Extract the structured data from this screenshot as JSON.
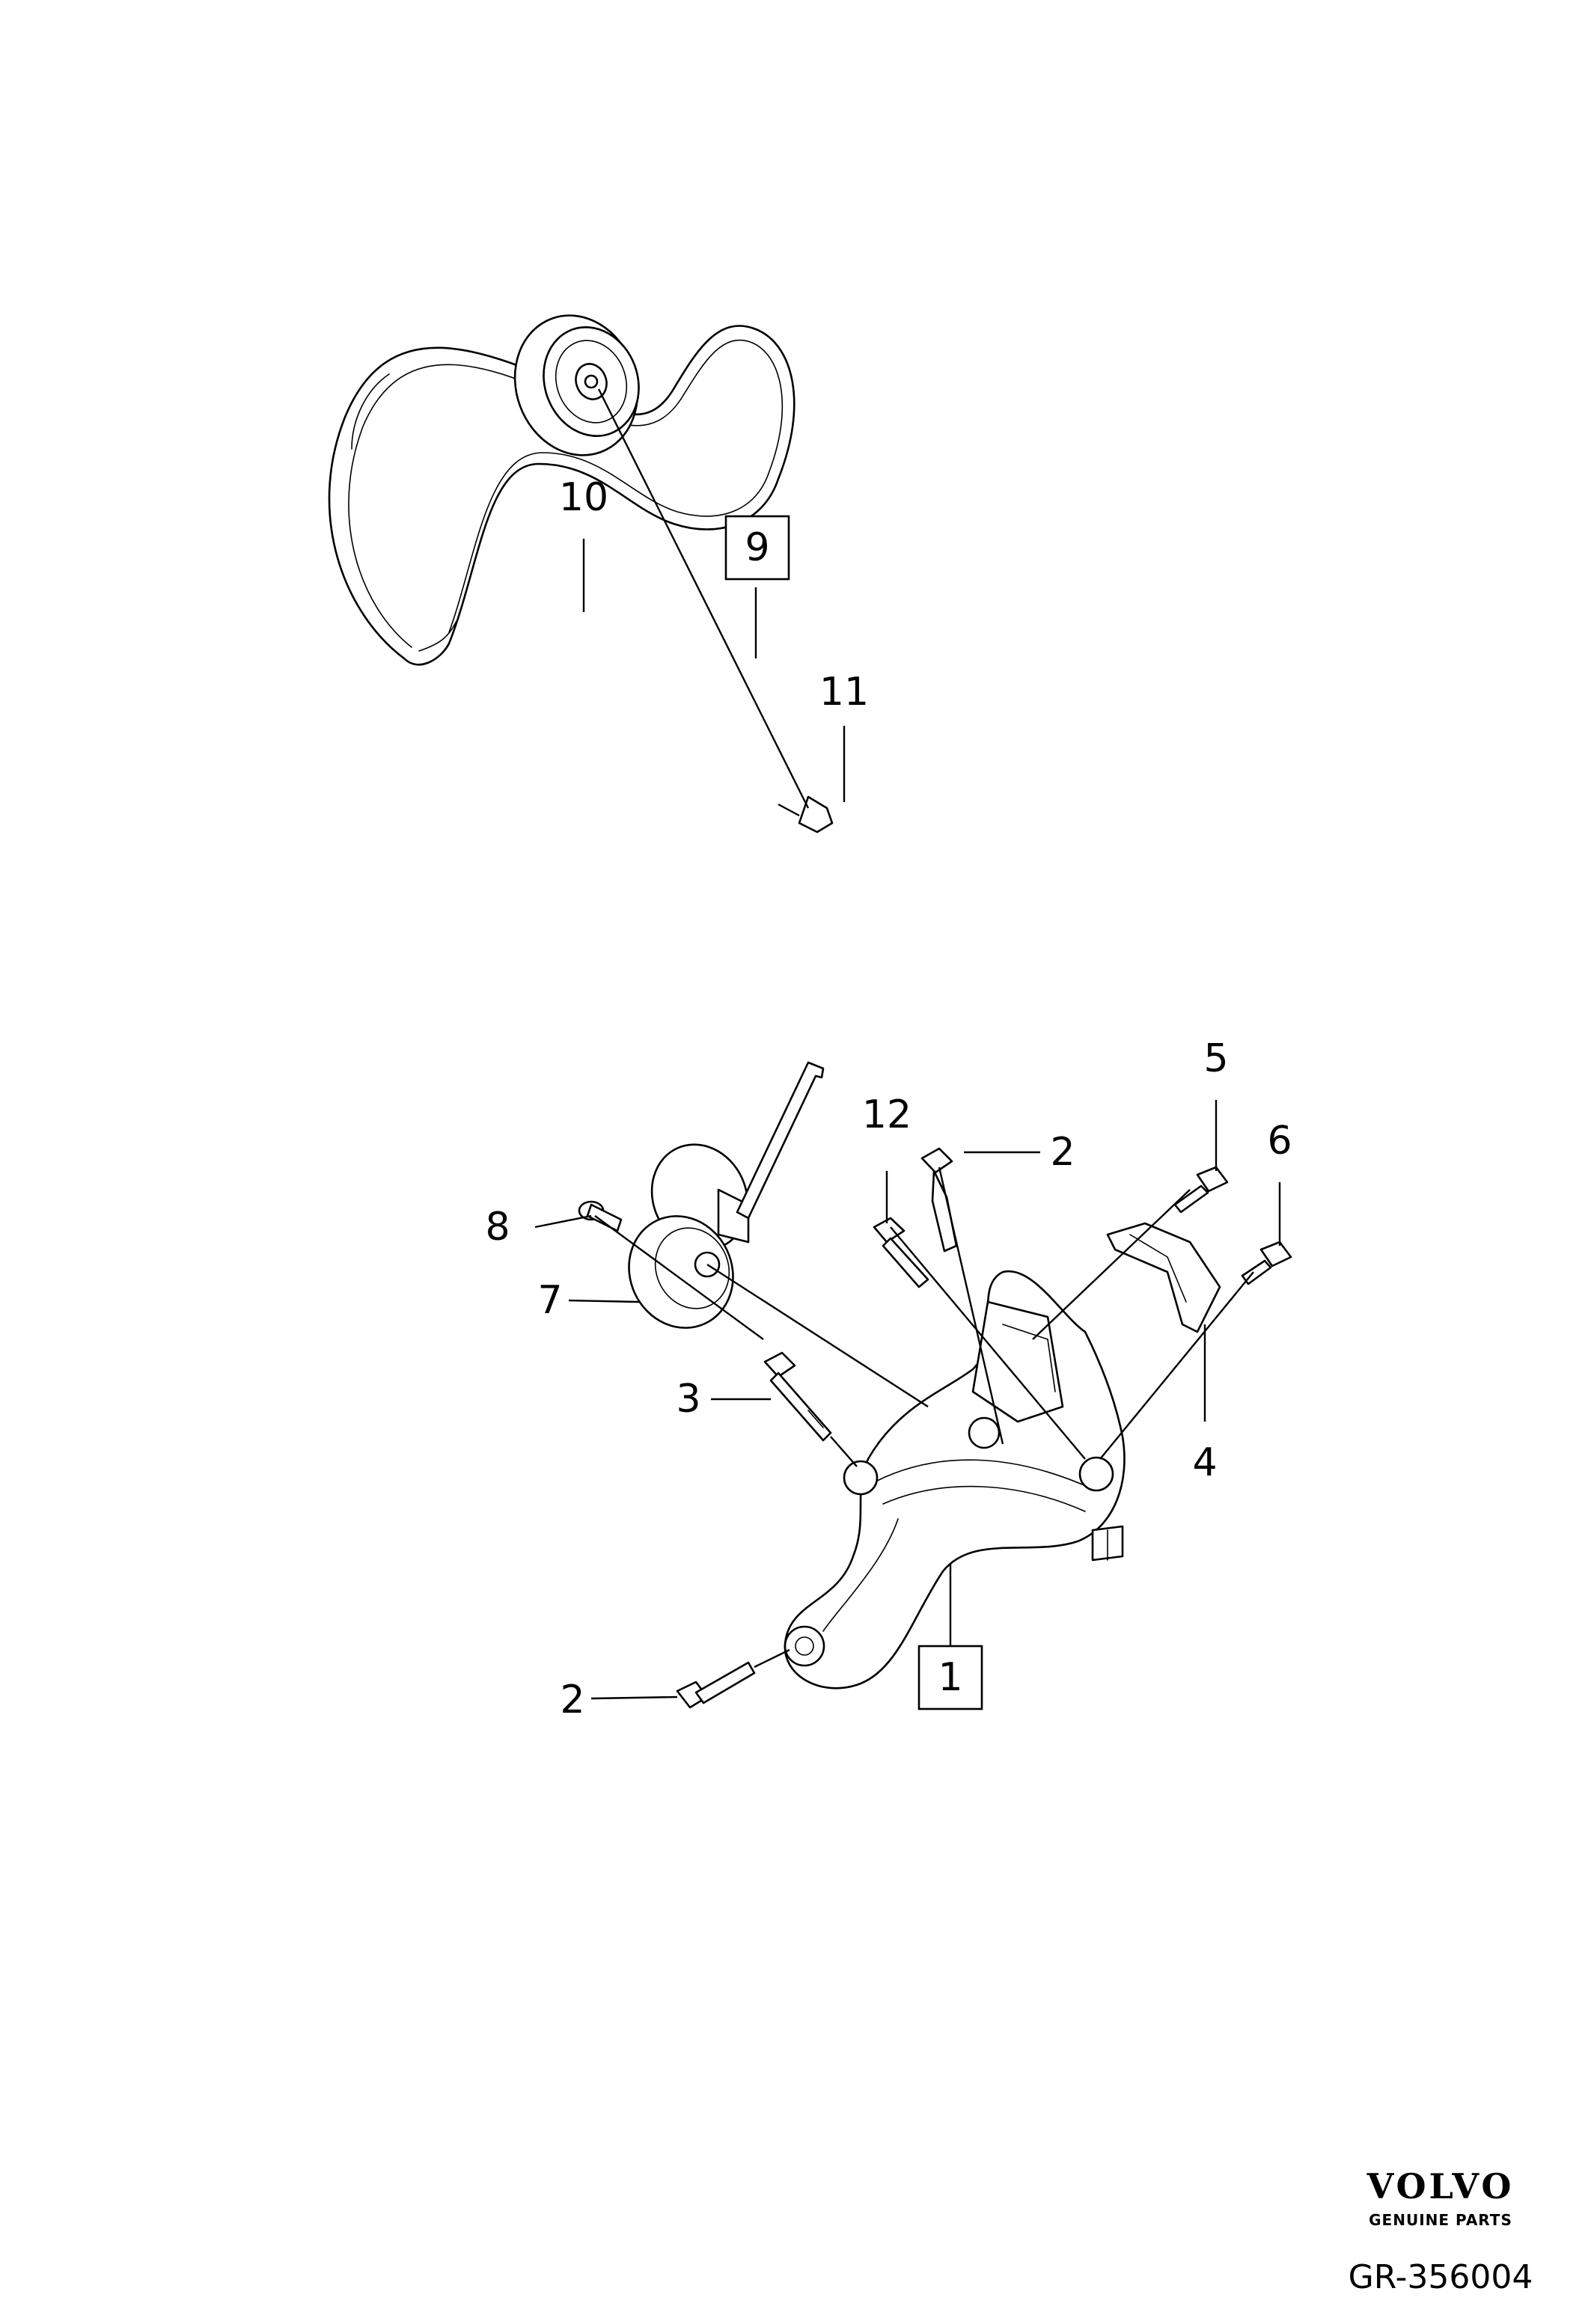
{
  "callouts": {
    "c1": "1",
    "c2a": "2",
    "c2b": "2",
    "c3": "3",
    "c4": "4",
    "c5": "5",
    "c6": "6",
    "c7": "7",
    "c8": "8",
    "c9": "9",
    "c10": "10",
    "c11": "11",
    "c12": "12"
  },
  "brand": {
    "name": "VOLVO",
    "tagline": "GENUINE PARTS"
  },
  "reference": "GR-356004"
}
